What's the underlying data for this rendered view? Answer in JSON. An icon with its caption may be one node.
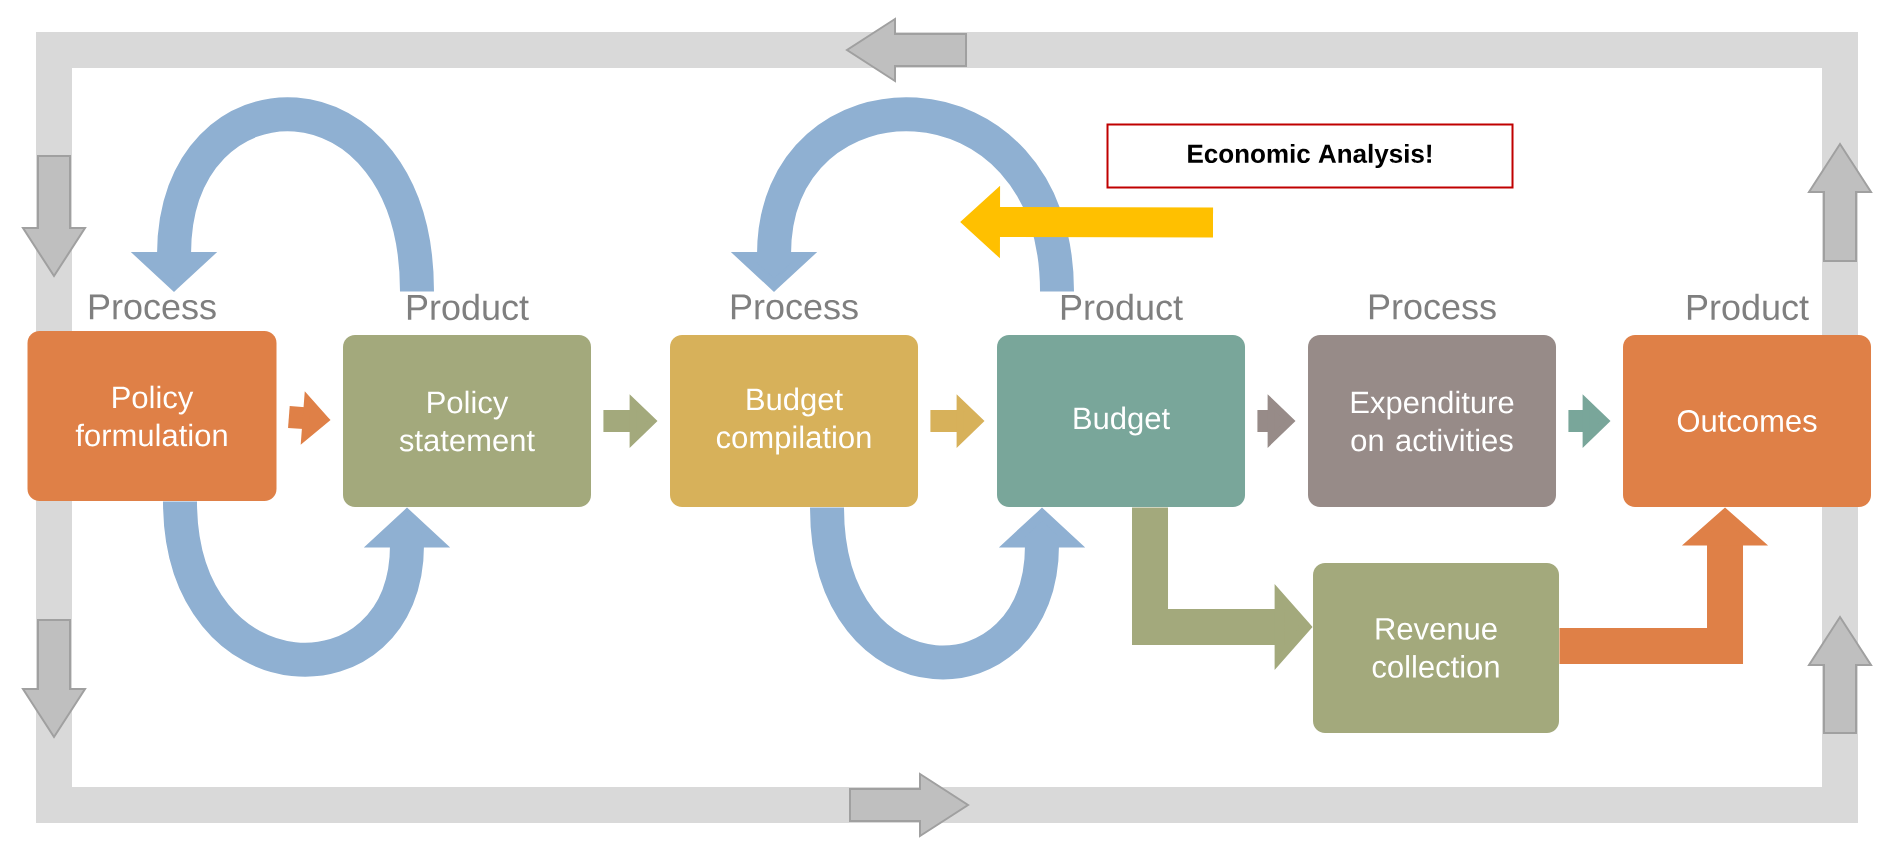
{
  "diagram": {
    "nodes": [
      {
        "text": [
          "Process",
          "Policy formulation"
        ]
      },
      {
        "text": [
          "Product",
          "Policy statement"
        ]
      },
      {
        "text": [
          "Process",
          "Budget compilation"
        ]
      },
      {
        "text": [
          "Product",
          "Budget"
        ]
      },
      {
        "text": [
          "Process",
          "Expenditure on activities"
        ]
      },
      {
        "text": [
          "Product",
          "Outcomes"
        ]
      },
      {
        "text": [
          "Revenue collection"
        ]
      },
      {
        "text": [
          "Economic Analysis!"
        ]
      }
    ],
    "edges": [
      {
        "from": 0,
        "to": 1,
        "arrow": "to",
        "color": "#df8047"
      },
      {
        "from": 1,
        "to": 2,
        "arrow": "to",
        "color": "#a3a97c"
      },
      {
        "from": 2,
        "to": 3,
        "arrow": "to",
        "color": "#d7b15a"
      },
      {
        "from": 3,
        "to": 4,
        "arrow": "to",
        "color": "#978b88"
      },
      {
        "from": 4,
        "to": 5,
        "arrow": "to",
        "color": "#79a69a"
      },
      {
        "from": 1,
        "to": 0,
        "arrow": "to",
        "color": "#8fb0d2"
      },
      {
        "from": 0,
        "to": 1,
        "arrow": "to",
        "color": "#8fb0d2"
      },
      {
        "from": 3,
        "to": 2,
        "arrow": "to",
        "color": "#8fb0d2"
      },
      {
        "from": 2,
        "to": 3,
        "arrow": "to",
        "color": "#8fb0d2"
      },
      {
        "from": 3,
        "to": 6,
        "arrow": "to",
        "color": "#a3a97c"
      },
      {
        "from": 6,
        "to": 5,
        "arrow": "to",
        "color": "#df8047"
      },
      {
        "from": 7,
        "to": null,
        "arrow": "to",
        "color": "#ffc000"
      }
    ]
  }
}
